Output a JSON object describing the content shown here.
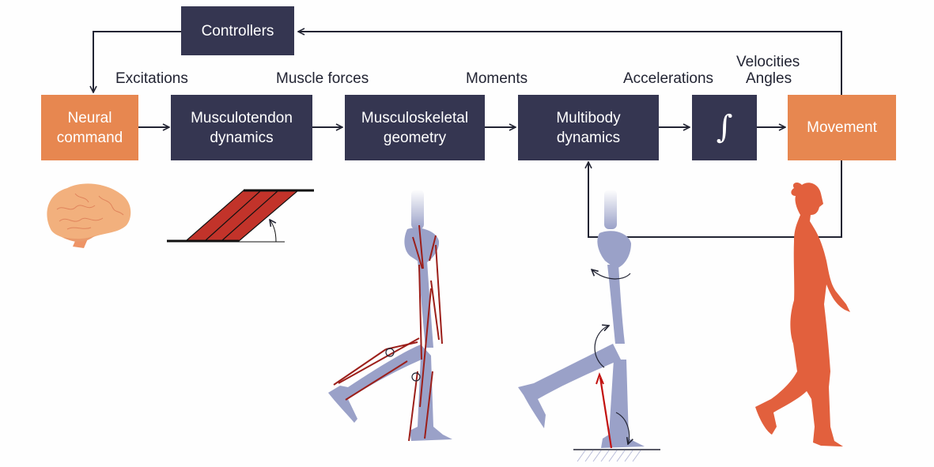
{
  "title": "Musculoskeletal simulation pipeline",
  "colors": {
    "block": "#353651",
    "io_block": "#e78750",
    "line": "#222433",
    "bone": "#9aa1c8",
    "muscle": "#c2332a",
    "figure": "#e2603d",
    "brain": "#f2b07d"
  },
  "blocks": {
    "controllers": "Controllers",
    "neural_command": [
      "Neural",
      "command"
    ],
    "musculotendon": [
      "Musculotendon",
      "dynamics"
    ],
    "musculoskeletal": [
      "Musculoskeletal",
      "geometry"
    ],
    "multibody": [
      "Multibody",
      "dynamics"
    ],
    "integrator": "∫",
    "movement": "Movement"
  },
  "signals": {
    "excitations": "Excitations",
    "muscle_forces": "Muscle forces",
    "moments": "Moments",
    "accelerations": "Accelerations",
    "velocities": "Velocities",
    "angles": "Angles"
  },
  "illustrations": [
    "brain",
    "pennated-muscle",
    "skeleton-with-muscles",
    "skeleton-with-joint-moments",
    "walking-woman-silhouette"
  ]
}
